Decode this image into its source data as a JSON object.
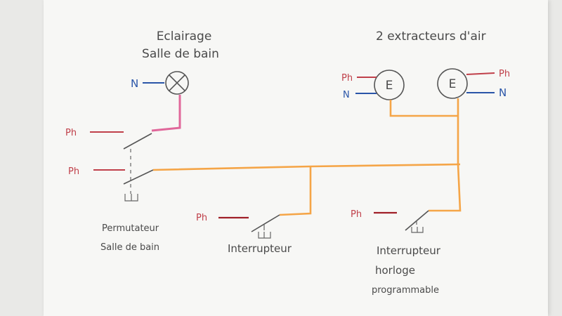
{
  "lighting": {
    "title_line1": "Eclairage",
    "title_line2": "Salle de bain",
    "neutral": "N"
  },
  "extractors": {
    "title": "2 extracteurs d'air",
    "left": {
      "letter": "E",
      "phase": "Ph",
      "neutral": "N"
    },
    "right": {
      "letter": "E",
      "phase": "Ph",
      "neutral": "N"
    }
  },
  "permutateur": {
    "phase_top": "Ph",
    "phase_bottom": "Ph",
    "label_line1": "Permutateur",
    "label_line2": "Salle de bain"
  },
  "interrupteur": {
    "phase": "Ph",
    "label": "Interrupteur"
  },
  "horloge": {
    "phase": "Ph",
    "label_line1": "Interrupteur",
    "label_line2": "horloge",
    "label_line3": "programmable"
  },
  "colors": {
    "phase": "#c0404a",
    "neutral": "#2a55a8",
    "orange_wire": "#f5a547",
    "pink_wire": "#e0679a",
    "ink": "#4a4a4a"
  }
}
